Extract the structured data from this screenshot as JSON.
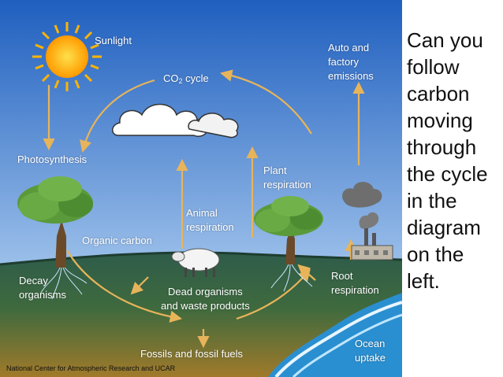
{
  "labels": {
    "sunlight": "Sunlight",
    "co2_prefix": "CO",
    "co2_sub": "2",
    "co2_suffix": " cycle",
    "auto_line1": "Auto and",
    "auto_line2": "factory",
    "auto_line3": "emissions",
    "photosynthesis": "Photosynthesis",
    "plant_line1": "Plant",
    "plant_line2": "respiration",
    "animal_line1": "Animal",
    "animal_line2": "respiration",
    "organic_carbon": "Organic carbon",
    "decay_line1": "Decay",
    "decay_line2": "organisms",
    "dead_line1": "Dead organisms",
    "dead_line2": "and waste products",
    "root_line1": "Root",
    "root_line2": "respiration",
    "fossils": "Fossils and fossil fuels",
    "ocean_line1": "Ocean",
    "ocean_line2": "uptake"
  },
  "credit": "National Center for Atmospheric Research and UCAR",
  "side_text_lines": [
    "Can you",
    "follow",
    "carbon",
    "moving",
    "through",
    "the cycle",
    "in the",
    "diagram",
    "on the",
    "left."
  ],
  "colors": {
    "sky_top": "#1f5fbf",
    "sky_bottom": "#8fb6e6",
    "ground": "#2e5c4a",
    "soil": "#8a6a2a",
    "arrow": "#e8b45a",
    "sun": "#ffb400",
    "ocean": "#2a8fd0"
  },
  "icons": [
    "sun-icon",
    "cloud-icon",
    "tree-icon",
    "sheep-icon",
    "factory-icon",
    "ocean-icon"
  ]
}
